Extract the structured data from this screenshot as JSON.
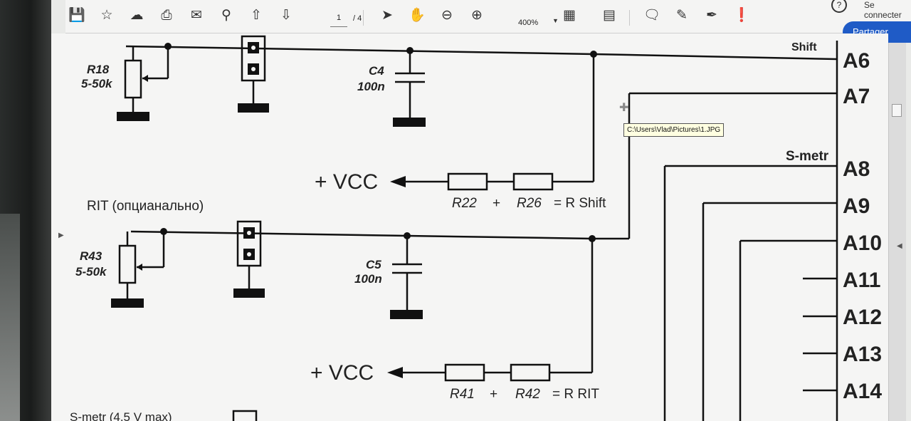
{
  "toolbar": {
    "icons": [
      "save-icon",
      "star-icon",
      "cloud-upload-icon",
      "print-icon",
      "mail-icon",
      "search-icon",
      "arrow-up-icon",
      "arrow-down-icon",
      "cursor-icon",
      "hand-icon",
      "zoom-out-icon",
      "zoom-in-icon",
      "fit-page-icon",
      "scroll-mode-icon",
      "comment-icon",
      "pen-icon",
      "sign-icon",
      "fill-sign-icon"
    ],
    "page_current": "1",
    "page_total": "/ 4",
    "zoom": "400%",
    "share_label": "Partager",
    "connect_label": "Se connecter",
    "help_label": "?"
  },
  "tooltip": {
    "path": "C:\\Users\\Vlad\\Pictures\\1.JPG"
  },
  "schematic": {
    "top_label": "Shift",
    "r18": "R18",
    "r18_val": "5-50k",
    "c4": "C4",
    "c4_val": "100n",
    "vcc1": "+ VCC",
    "eq1_a": "R22",
    "eq1_plus": "+",
    "eq1_b": "R26",
    "eq1_res": "= R Shift",
    "rit_title": "RIT (опцианально)",
    "r43": "R43",
    "r43_val": "5-50k",
    "c5": "C5",
    "c5_val": "100n",
    "vcc2": "+ VCC",
    "eq2_a": "R41",
    "eq2_plus": "+",
    "eq2_b": "R42",
    "eq2_res": "= R RIT",
    "smetr_top": "S-metr",
    "smetr_bottom": "S-metr (4.5 V max)",
    "pins": [
      "A6",
      "A7",
      "A8",
      "A9",
      "A10",
      "A11",
      "A12",
      "A13",
      "A14"
    ]
  }
}
